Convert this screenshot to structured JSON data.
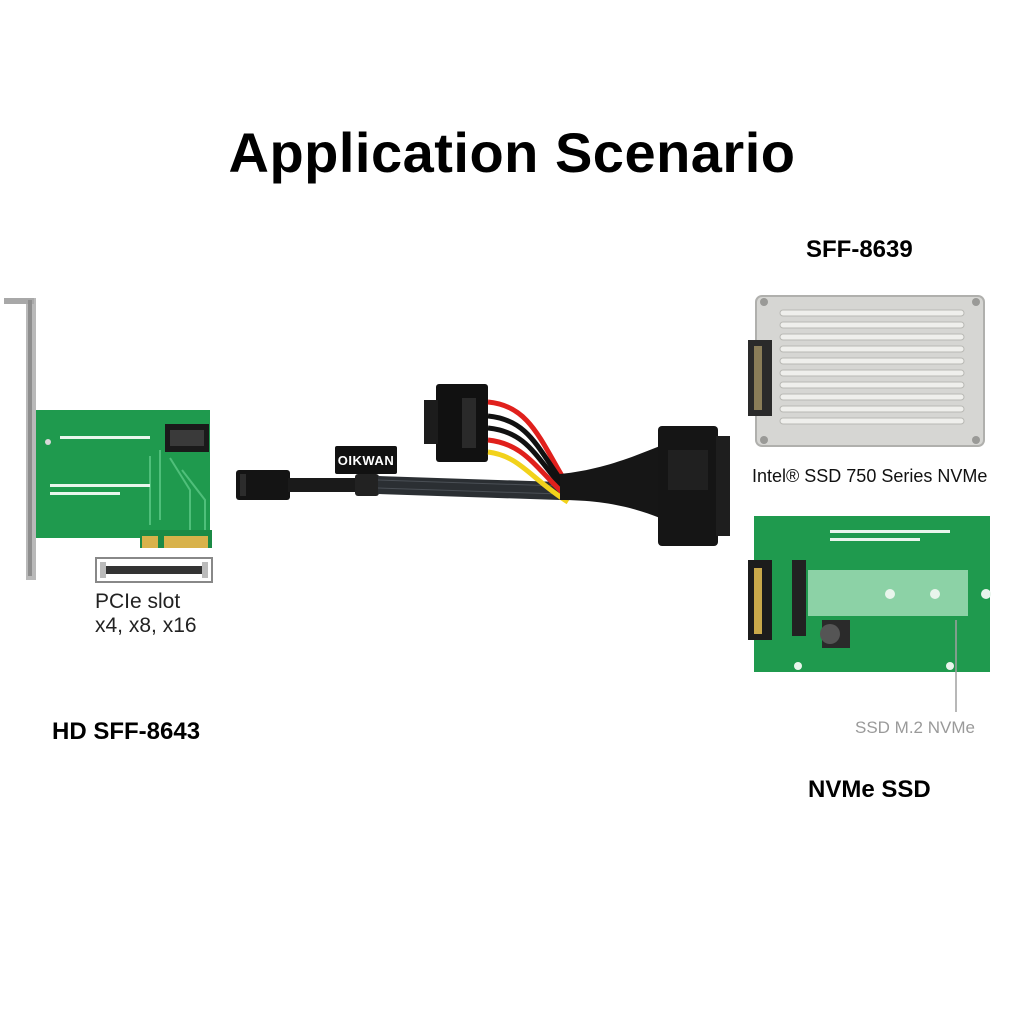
{
  "title": "Application Scenario",
  "labels": {
    "sff8639": "SFF-8639",
    "intel_ssd": "Intel® SSD 750 Series NVMe",
    "hd_sff8643": "HD SFF-8643",
    "pcie_slot_line1": "PCIe slot",
    "pcie_slot_line2": "x4, x8, x16",
    "ssd_m2": "SSD M.2 NVMe",
    "nvme_ssd": "NVMe SSD",
    "brand": "OIKWAN"
  },
  "colors": {
    "pcb_green": "#1f9a4e",
    "cable_black": "#111111",
    "wire_red": "#e0201c",
    "wire_yellow": "#f2d21b",
    "ssd_silver": "#d6d6d3"
  }
}
